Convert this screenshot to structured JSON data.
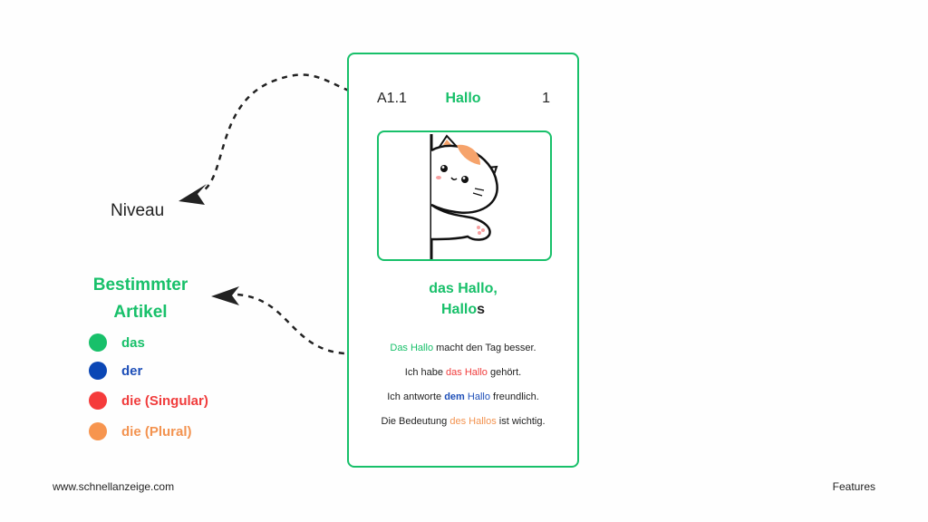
{
  "card": {
    "level": "A1.1",
    "word": "Hallo",
    "number": "1",
    "article_line1": "das Hallo,",
    "plural_stem": "Hallo",
    "plural_ending": "s",
    "examples": [
      {
        "pre": "",
        "highlight": "Das Hallo",
        "post": " macht den Tag besser.",
        "color": "green",
        "bold": false
      },
      {
        "pre": "Ich habe ",
        "highlight": "das Hallo",
        "post": " gehört.",
        "color": "red",
        "bold": false
      },
      {
        "pre": "Ich antworte ",
        "highlight": "dem",
        "highlight2": " Hallo",
        "post": " freundlich.",
        "color": "blue",
        "bold": true
      },
      {
        "pre": "Die Bedeutung ",
        "highlight": "des Hallos",
        "post": " ist wichtig.",
        "color": "orange",
        "bold": false
      }
    ]
  },
  "annotations": {
    "niveau": "Niveau",
    "legend_title_line1": "Bestimmter",
    "legend_title_line2": "Artikel"
  },
  "legend": [
    {
      "label": "das",
      "color": "#18c06a"
    },
    {
      "label": "der",
      "color": "#0b47b5"
    },
    {
      "label": "die (Singular)",
      "color": "#f53b3b"
    },
    {
      "label": "die (Plural)",
      "color": "#f7954f"
    }
  ],
  "footer": {
    "website": "www.schnellanzeige.com",
    "section": "Features"
  },
  "icons": [
    "cat-illustration",
    "dashed-arrow-icon"
  ]
}
